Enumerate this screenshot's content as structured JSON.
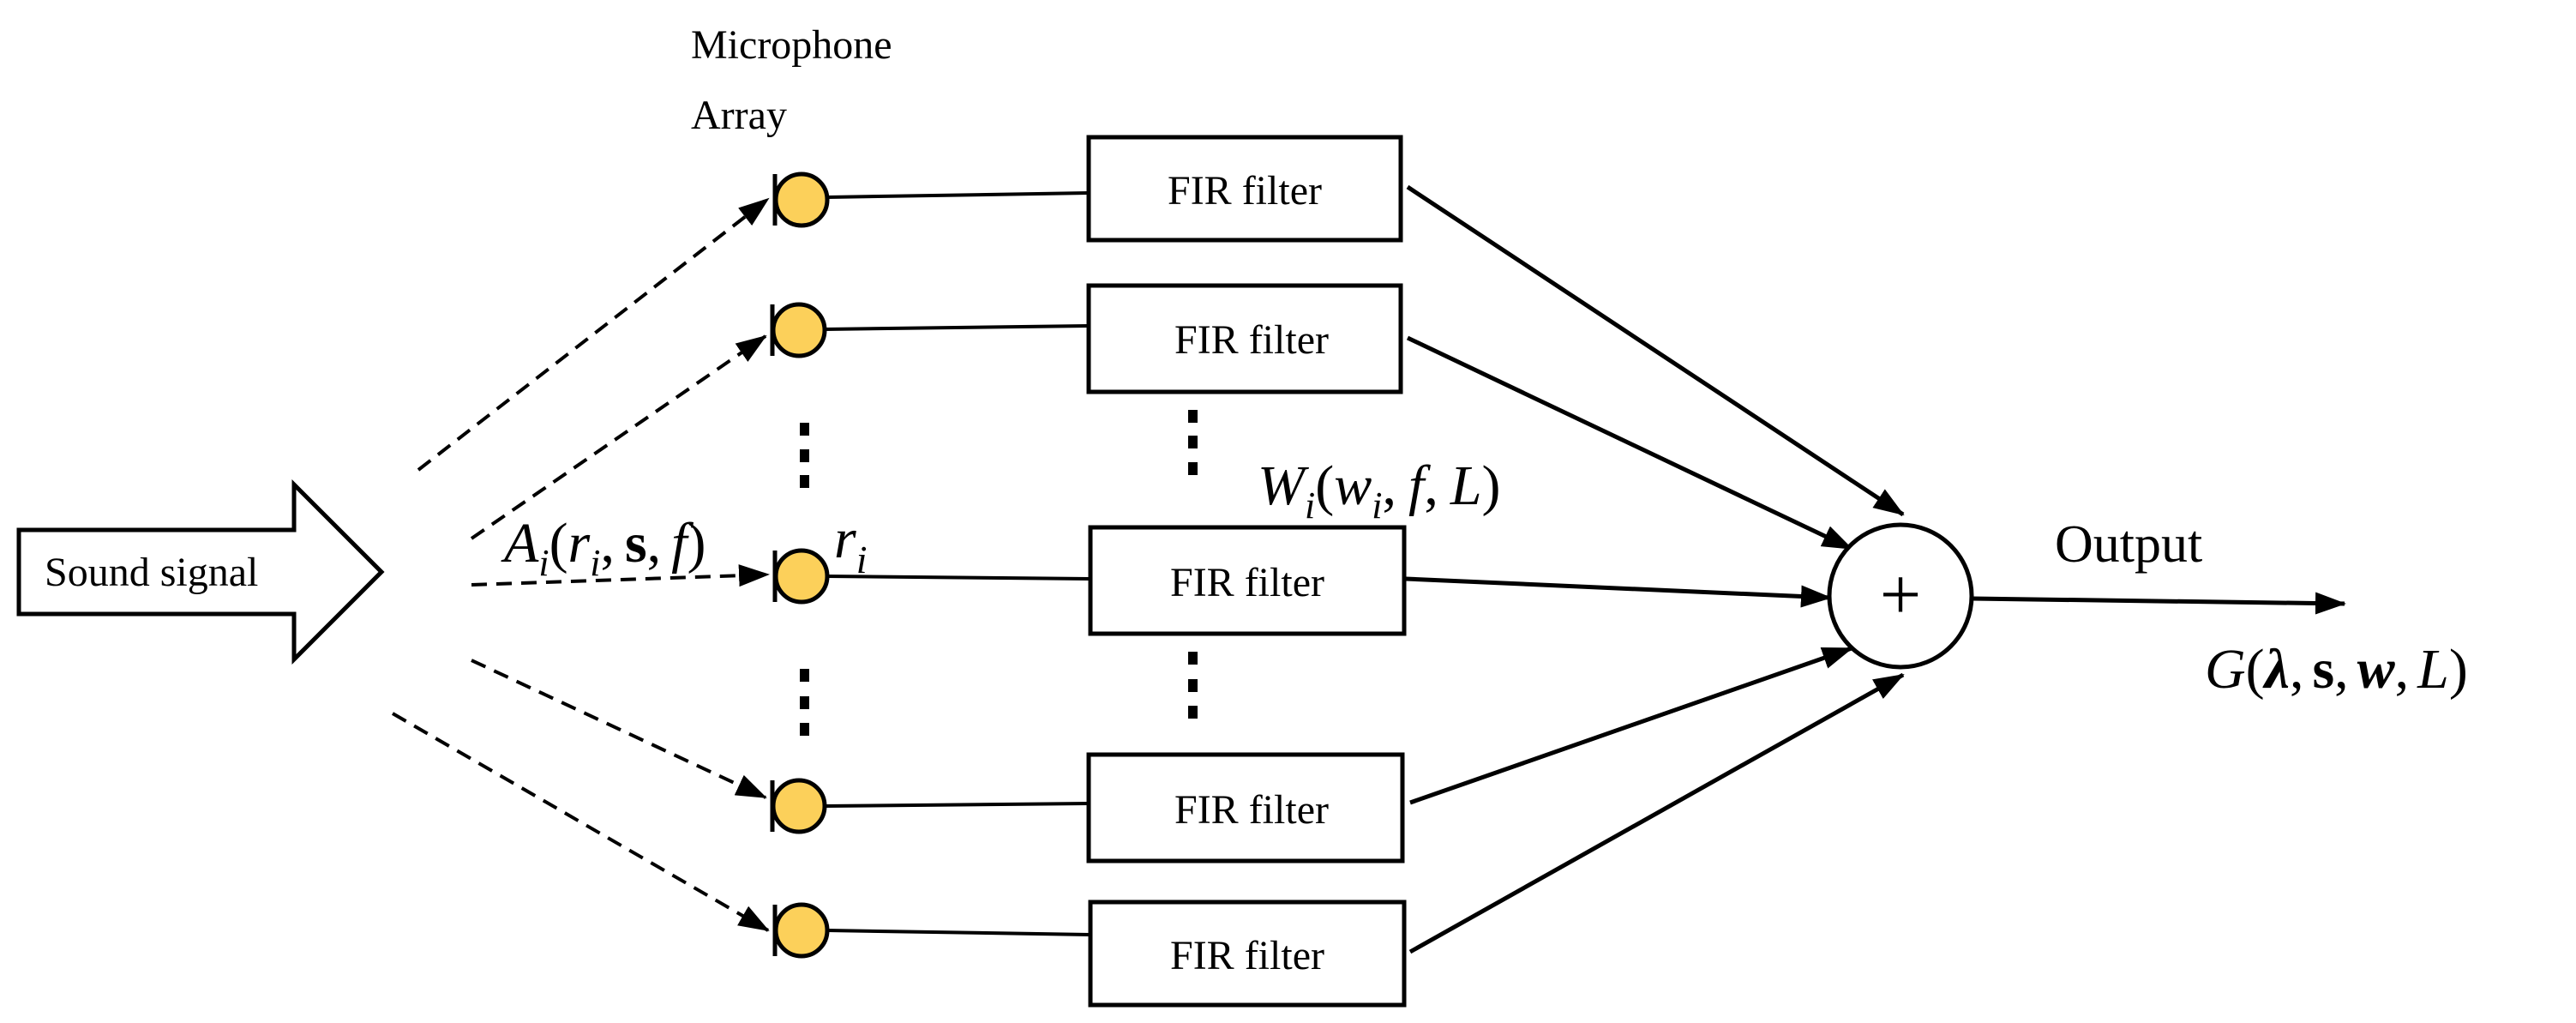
{
  "microphone_array_label": [
    "Microphone",
    "Array"
  ],
  "input": {
    "label": "Sound signal"
  },
  "filters": [
    {
      "label": "FIR filter"
    },
    {
      "label": "FIR filter"
    },
    {
      "label": "FIR filter"
    },
    {
      "label": "FIR filter"
    },
    {
      "label": "FIR filter"
    }
  ],
  "ellipsis": "⋮",
  "summer": {
    "symbol": "+"
  },
  "output": {
    "label": "Output"
  },
  "math": {
    "A": "A",
    "A_sub": "i",
    "A_args_open": "(",
    "A_r": "r",
    "A_r_sub": "i",
    "A_comma1": ",",
    "A_s": "s",
    "A_comma2": ",",
    "A_f": "f",
    "A_close": ")",
    "r": "r",
    "r_sub": "i",
    "W": "W",
    "W_sub": "i",
    "W_open": "(",
    "W_w": "w",
    "W_w_sub": "i",
    "W_comma1": ",",
    "W_f": "f",
    "W_comma2": ",",
    "W_L": "L",
    "W_close": ")",
    "G": "G",
    "G_open": "(",
    "G_lambda": "λ",
    "G_comma1": ",",
    "G_s": "s",
    "G_comma2": ",",
    "G_w": "w",
    "G_comma3": ",",
    "G_L": "L",
    "G_close": ")"
  },
  "colors": {
    "microphone_fill": "#fcd05a",
    "stroke": "#000000",
    "background": "#ffffff"
  }
}
